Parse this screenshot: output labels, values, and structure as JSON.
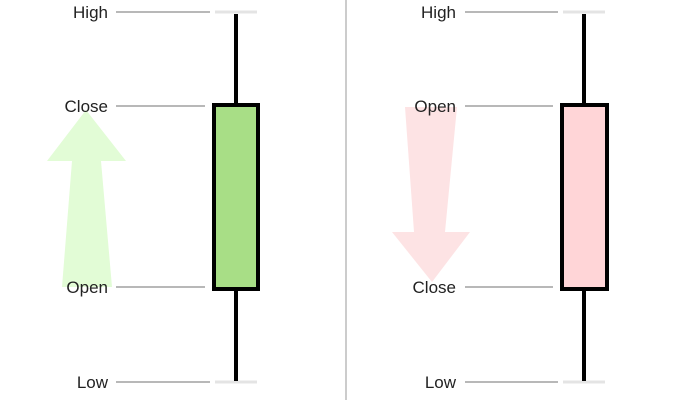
{
  "bullish": {
    "labels": {
      "high": "High",
      "close": "Close",
      "open": "Open",
      "low": "Low"
    },
    "body_color": "#a8de86",
    "arrow_color": "#e2fcd6",
    "arrow_direction": "up"
  },
  "bearish": {
    "labels": {
      "high": "High",
      "open": "Open",
      "close": "Close",
      "low": "Low"
    },
    "body_color": "#ffd5d7",
    "arrow_color": "#fde3e4",
    "arrow_direction": "down"
  }
}
